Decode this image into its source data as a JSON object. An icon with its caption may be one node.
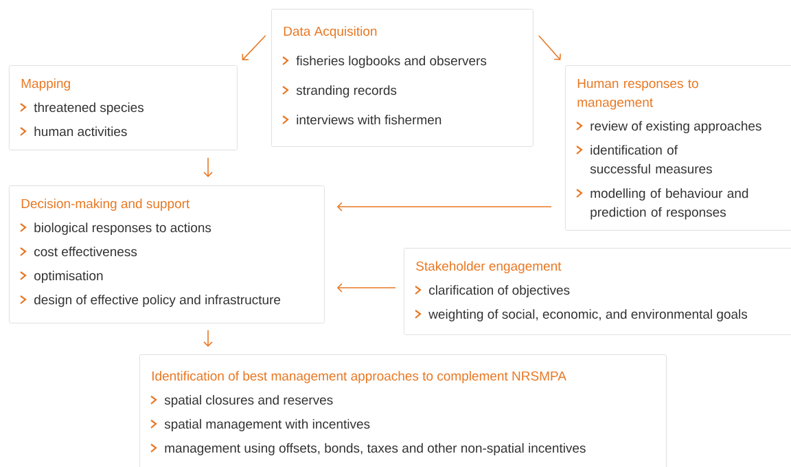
{
  "diagram": {
    "nodes": [
      {
        "text": [
          "Data Acquisition",
          "fisheries logbooks and observers",
          "stranding records",
          "interviews with fishermen"
        ]
      },
      {
        "text": [
          "Mapping",
          "threatened species",
          "human activities"
        ]
      },
      {
        "text": [
          "Human responses to management",
          "review of existing approaches",
          "identification of successful measures",
          "modelling of behaviour and prediction of responses"
        ]
      },
      {
        "text": [
          "Decision-making and support",
          "biological responses to actions",
          "cost effectiveness",
          "optimisation",
          "design of effective policy and infrastructure"
        ]
      },
      {
        "text": [
          "Stakeholder engagement",
          "clarification of objectives",
          "weighting of social, economic, and environmental goals"
        ]
      },
      {
        "text": [
          "Identification of best management approaches to complement NRSMPA",
          "spatial closures and reserves",
          "spatial management with incentives",
          "management using offsets, bonds, taxes and other non-spatial incentives"
        ]
      }
    ],
    "edges": [
      {
        "from": 0,
        "to": 1,
        "arrow": "to"
      },
      {
        "from": 0,
        "to": 2,
        "arrow": "to"
      },
      {
        "from": 1,
        "to": 3,
        "arrow": "to"
      },
      {
        "from": 2,
        "to": 3,
        "arrow": "to"
      },
      {
        "from": 4,
        "to": 3,
        "arrow": "to"
      },
      {
        "from": 3,
        "to": 5,
        "arrow": "to"
      }
    ]
  }
}
